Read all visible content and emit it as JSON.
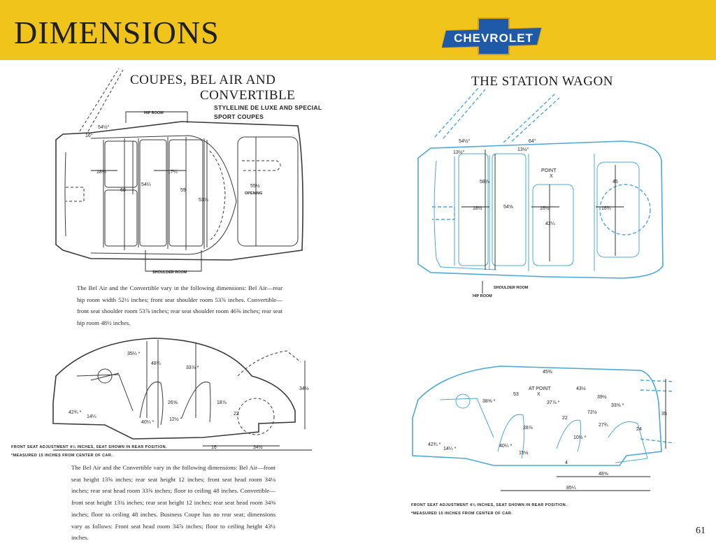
{
  "header": {
    "title": "DIMENSIONS",
    "brand": "CHEVROLET"
  },
  "coupes": {
    "title_line1": "COUPES, BEL AIR AND",
    "title_line2": "CONVERTIBLE",
    "subtitle_line1": "STYLELINE DE LUXE AND SPECIAL",
    "subtitle_line2": "SPORT COUPES",
    "labels": {
      "hip_room": "HIP ROOM",
      "shoulder_room": "SHOULDER ROOM",
      "opening": "OPENING",
      "a": "54½°",
      "b": "16°",
      "c": "18⅛",
      "d": "60",
      "e": "54¼",
      "f": "17¼",
      "g": "59",
      "h": "53⅞",
      "i": "55½"
    },
    "top_text": "The Bel Air and the Convertible vary in the following dimensions: Bel Air—rear hip room width 52½ inches; front seat shoulder room 53⅞ inches. Convertible—front seat shoulder room 53⅞ inches; rear seat shoulder room 46⅝ inches; rear seat hip room 48½ inches.",
    "side_labels": {
      "a": "35¼ *",
      "b": "48¾",
      "c": "33⅞ *",
      "d": "42¾ *",
      "e": "14¼",
      "f": "40¼ *",
      "g": "12½ *",
      "h": "26⅝",
      "i": "18⅞",
      "j": "22",
      "k": "34½",
      "l": "16",
      "m": "34½"
    },
    "caption_line1": "FRONT SEAT ADJUSTMENT 4¼ INCHES, SEAT SHOWN IN REAR POSITION.",
    "caption_line2": "*MEASURED 15 INCHES FROM CENTER OF CAR.",
    "bottom_text": "The Bel Air and the Convertible vary in the following dimensions: Bel Air—front seat height 13⅝ inches; rear seat height 12 inches; front seat head room 34⅛ inches; rear seat head room 33⅝ inches; floor to ceiling 48 inches. Convertible—front seat height 13¾ inches; rear seat height 12 inches; rear seat head room 34⅜ inches; floor to ceiling 48 inches. Business Coupe has no rear seat; dimensions vary as follows: Front seat head room 34⅞ inches; floor to ceiling height 43¼ inches."
  },
  "wagon": {
    "title": "THE STATION WAGON",
    "labels": {
      "shoulder_room": "SHOULDER ROOM",
      "hip_room": "HIP ROOM",
      "point_x": "POINT",
      "x": "X",
      "a": "54½°",
      "b": "64°",
      "c": "13½°",
      "d": "13½°",
      "e": "58⅞",
      "f": "18½",
      "g": "54⅝",
      "h": "16½",
      "i": "42¼",
      "j": "45",
      "k": "16¾"
    },
    "side_labels": {
      "a": "45⅜",
      "b": "AT POINT",
      "c": "X",
      "d": "43½",
      "e": "38⅝ *",
      "f": "53",
      "g": "37⅞ *",
      "h": "39½",
      "i": "33⅝ *",
      "j": "72½",
      "k": "27¾",
      "l": "35",
      "m": "24",
      "n": "22",
      "o": "28⅞",
      "p": "10½ *",
      "q": "42¾ *",
      "r": "14¼ *",
      "s": "40¼ *",
      "t": "15½",
      "u": "4",
      "v": "48⅝",
      "w": "85¼"
    },
    "caption_line1": "FRONT SEAT ADJUSTMENT 4¼ INCHES, SEAT SHOWN IN REAR POSITION.",
    "caption_line2": "*MEASURED 15 INCHES FROM CENTER OF CAR."
  },
  "page_number": "61"
}
